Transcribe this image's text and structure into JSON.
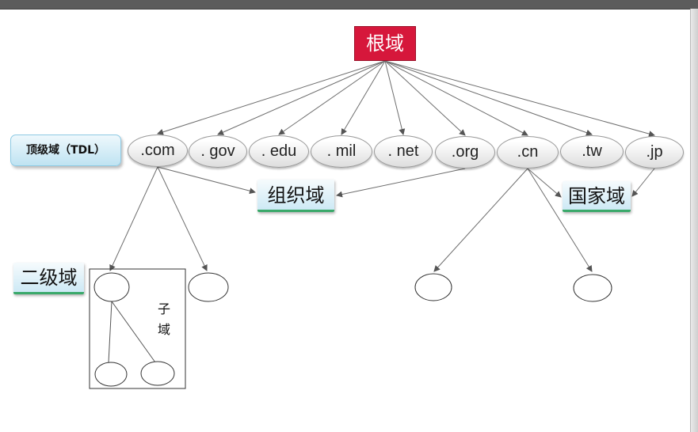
{
  "root": {
    "label": "根域"
  },
  "tld": {
    "label": "顶级域（TDL）",
    "nodes": [
      ".com",
      ". gov",
      ". edu",
      ". mil",
      ". net",
      ".org",
      ".cn",
      ".tw",
      ".jp"
    ]
  },
  "categories": {
    "org": "组织域",
    "country": "国家域"
  },
  "second_level": {
    "label": "二级域"
  },
  "subdomain": {
    "label": "子域"
  },
  "colors": {
    "root_fill": "#d6173b",
    "label_fill": "#bfe3f2",
    "underline": "#3aa96a",
    "node_border": "#9a9a9a"
  }
}
